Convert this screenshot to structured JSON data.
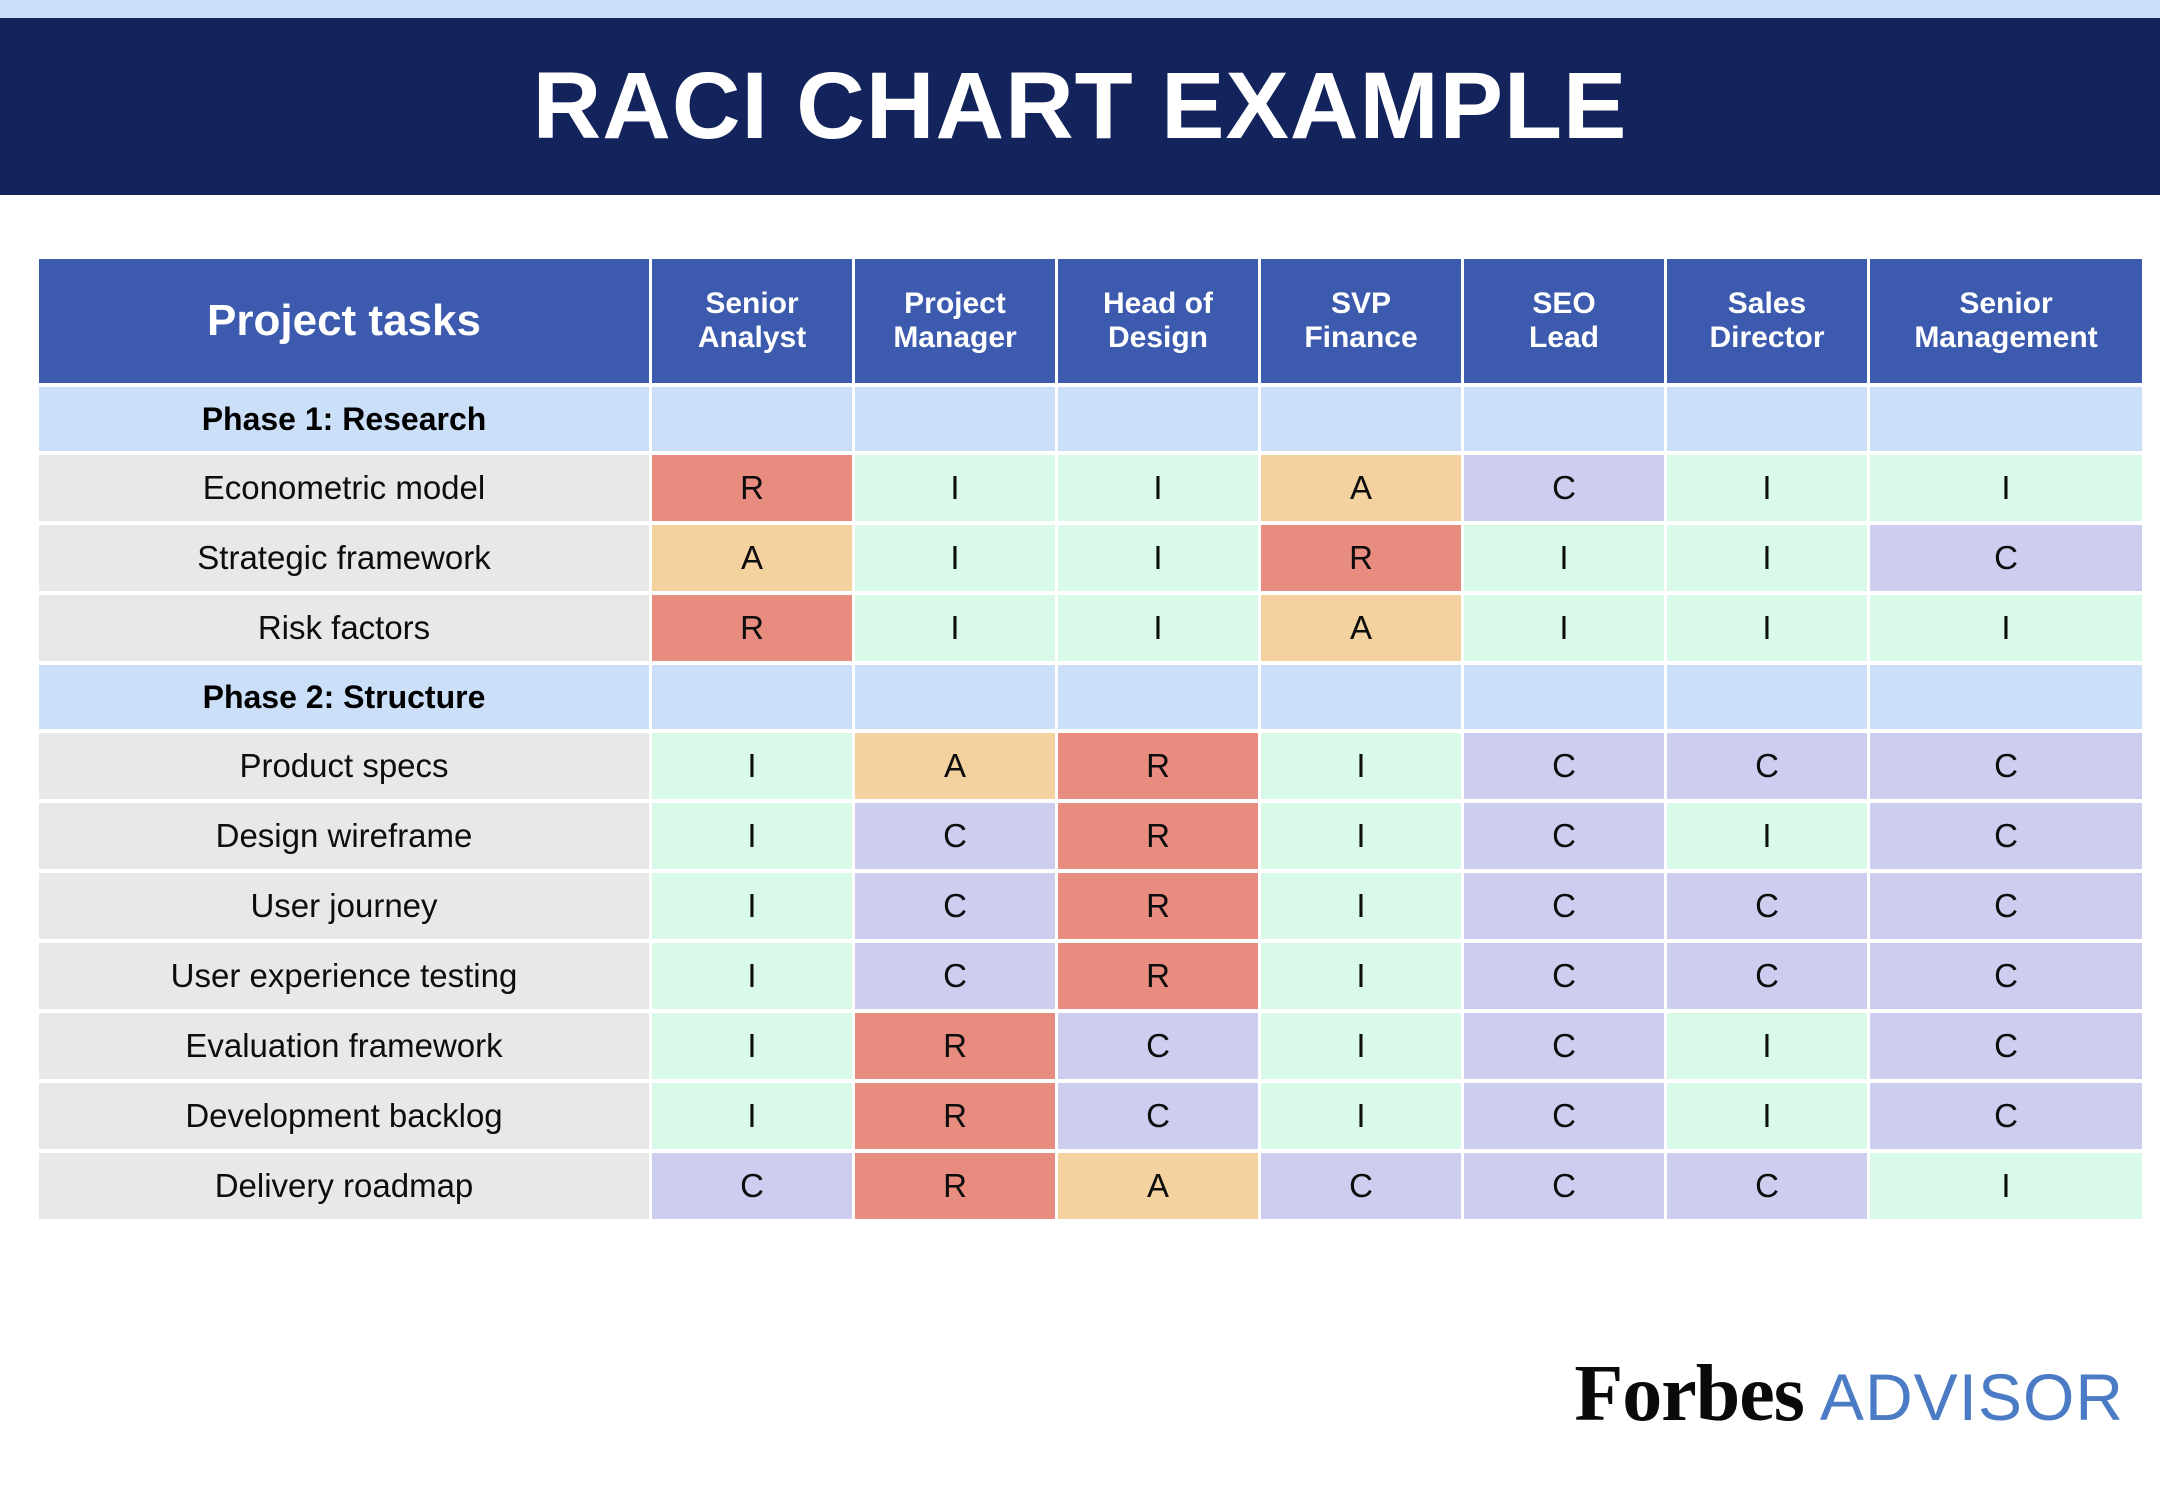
{
  "header": {
    "title": "RACI CHART EXAMPLE",
    "strip_color": "#ccdff9",
    "bar_color": "#13245c"
  },
  "footer": {
    "logo_primary": "Forbes",
    "logo_secondary": "ADVISOR",
    "logo_secondary_color": "#4b7bc4"
  },
  "legend_colors": {
    "R": "#e98c80",
    "A": "#f4d2a0",
    "C": "#cdcdef",
    "I": "#d9fae8",
    "header": "#3c5aae",
    "phase_row": "#ccdff9",
    "task_label": "#e8e8e8"
  },
  "chart_data": {
    "type": "table",
    "title": "RACI CHART EXAMPLE",
    "columns": [
      "Project tasks",
      "Senior Analyst",
      "Project Manager",
      "Head of Design",
      "SVP Finance",
      "SEO Lead",
      "Sales Director",
      "Senior Management"
    ],
    "column_lines": [
      [
        "Project tasks"
      ],
      [
        "Senior",
        "Analyst"
      ],
      [
        "Project",
        "Manager"
      ],
      [
        "Head of",
        "Design"
      ],
      [
        "SVP",
        "Finance"
      ],
      [
        "SEO",
        "Lead"
      ],
      [
        "Sales",
        "Director"
      ],
      [
        "Senior",
        "Management"
      ]
    ],
    "rows": [
      {
        "type": "phase",
        "label": "Phase 1: Research",
        "values": [
          "",
          "",
          "",
          "",
          "",
          "",
          ""
        ]
      },
      {
        "type": "task",
        "label": "Econometric model",
        "values": [
          "R",
          "I",
          "I",
          "A",
          "C",
          "I",
          "I"
        ]
      },
      {
        "type": "task",
        "label": "Strategic framework",
        "values": [
          "A",
          "I",
          "I",
          "R",
          "I",
          "I",
          "C"
        ]
      },
      {
        "type": "task",
        "label": "Risk factors",
        "values": [
          "R",
          "I",
          "I",
          "A",
          "I",
          "I",
          "I"
        ]
      },
      {
        "type": "phase",
        "label": "Phase 2: Structure",
        "values": [
          "",
          "",
          "",
          "",
          "",
          "",
          ""
        ]
      },
      {
        "type": "task",
        "label": "Product specs",
        "values": [
          "I",
          "A",
          "R",
          "I",
          "C",
          "C",
          "C"
        ]
      },
      {
        "type": "task",
        "label": "Design wireframe",
        "values": [
          "I",
          "C",
          "R",
          "I",
          "C",
          "I",
          "C"
        ]
      },
      {
        "type": "task",
        "label": "User journey",
        "values": [
          "I",
          "C",
          "R",
          "I",
          "C",
          "C",
          "C"
        ]
      },
      {
        "type": "task",
        "label": "User experience testing",
        "values": [
          "I",
          "C",
          "R",
          "I",
          "C",
          "C",
          "C"
        ]
      },
      {
        "type": "task",
        "label": "Evaluation framework",
        "values": [
          "I",
          "R",
          "C",
          "I",
          "C",
          "I",
          "C"
        ]
      },
      {
        "type": "task",
        "label": "Development backlog",
        "values": [
          "I",
          "R",
          "C",
          "I",
          "C",
          "I",
          "C"
        ]
      },
      {
        "type": "task",
        "label": "Delivery roadmap",
        "values": [
          "C",
          "R",
          "A",
          "C",
          "C",
          "C",
          "I"
        ]
      }
    ]
  }
}
